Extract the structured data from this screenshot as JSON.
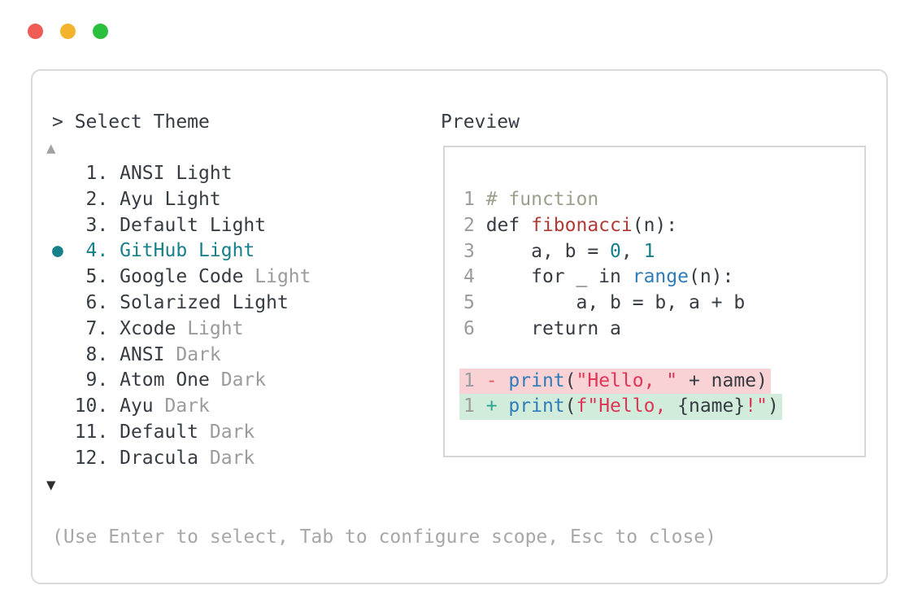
{
  "window_controls": {
    "close": "#ef5c55",
    "minimize": "#f3b32c",
    "zoom": "#2bbf3e"
  },
  "colors": {
    "dark": "#363c42",
    "gray": "#9b9b9b",
    "teal": "#17808a",
    "comment": "#9aa08c",
    "func": "#b13a35",
    "builtin": "#2e7db8",
    "number": "#17808a",
    "string": "#de3657",
    "minus": "#e25a68",
    "plus": "#2aa390",
    "removed_bg": "#f9d2d5",
    "added_bg": "#d2ecdb"
  },
  "prompt": "> Select Theme",
  "scroll_up": "▲",
  "scroll_down": "▼",
  "bullet": "●",
  "themes": [
    {
      "num": " 1",
      "selected": false,
      "parts": [
        [
          "ANSI Light",
          "dark"
        ]
      ]
    },
    {
      "num": " 2",
      "selected": false,
      "parts": [
        [
          "Ayu Light",
          "dark"
        ]
      ]
    },
    {
      "num": " 3",
      "selected": false,
      "parts": [
        [
          "Default Light",
          "dark"
        ]
      ]
    },
    {
      "num": " 4",
      "selected": true,
      "parts": [
        [
          "GitHub Light",
          "teal"
        ]
      ]
    },
    {
      "num": " 5",
      "selected": false,
      "parts": [
        [
          "Google Code ",
          "dark"
        ],
        [
          "Light",
          "gray"
        ]
      ]
    },
    {
      "num": " 6",
      "selected": false,
      "parts": [
        [
          "Solarized Light",
          "dark"
        ]
      ]
    },
    {
      "num": " 7",
      "selected": false,
      "parts": [
        [
          "Xcode ",
          "dark"
        ],
        [
          "Light",
          "gray"
        ]
      ]
    },
    {
      "num": " 8",
      "selected": false,
      "parts": [
        [
          "ANSI ",
          "dark"
        ],
        [
          "Dark",
          "gray"
        ]
      ]
    },
    {
      "num": " 9",
      "selected": false,
      "parts": [
        [
          "Atom One ",
          "dark"
        ],
        [
          "Dark",
          "gray"
        ]
      ]
    },
    {
      "num": "10",
      "selected": false,
      "parts": [
        [
          "Ayu ",
          "dark"
        ],
        [
          "Dark",
          "gray"
        ]
      ]
    },
    {
      "num": "11",
      "selected": false,
      "parts": [
        [
          "Default ",
          "dark"
        ],
        [
          "Dark",
          "gray"
        ]
      ]
    },
    {
      "num": "12",
      "selected": false,
      "parts": [
        [
          "Dracula ",
          "dark"
        ],
        [
          "Dark",
          "gray"
        ]
      ]
    }
  ],
  "preview": {
    "title": "Preview",
    "lines": [
      {
        "num": "1",
        "bg": "none",
        "tokens": [
          [
            "# function",
            "comment"
          ]
        ]
      },
      {
        "num": "2",
        "bg": "none",
        "tokens": [
          [
            "def ",
            "dark"
          ],
          [
            "fibonacci",
            "func"
          ],
          [
            "(n):",
            "dark"
          ]
        ]
      },
      {
        "num": "3",
        "bg": "none",
        "tokens": [
          [
            "    a, b = ",
            "dark"
          ],
          [
            "0",
            "number"
          ],
          [
            ", ",
            "dark"
          ],
          [
            "1",
            "number"
          ]
        ]
      },
      {
        "num": "4",
        "bg": "none",
        "tokens": [
          [
            "    for _ in ",
            "dark"
          ],
          [
            "range",
            "builtin"
          ],
          [
            "(n):",
            "dark"
          ]
        ]
      },
      {
        "num": "5",
        "bg": "none",
        "tokens": [
          [
            "        a, b = b, a + b",
            "dark"
          ]
        ]
      },
      {
        "num": "6",
        "bg": "none",
        "tokens": [
          [
            "    return a",
            "dark"
          ]
        ]
      },
      {
        "blank": true
      },
      {
        "num": "1",
        "bg": "removed",
        "tokens": [
          [
            "- ",
            "minus"
          ],
          [
            "print",
            "builtin"
          ],
          [
            "(",
            "dark"
          ],
          [
            "\"Hello, \"",
            "string"
          ],
          [
            " + name)",
            "dark"
          ]
        ]
      },
      {
        "num": "1",
        "bg": "added",
        "tokens": [
          [
            "+ ",
            "plus"
          ],
          [
            "print",
            "builtin"
          ],
          [
            "(",
            "dark"
          ],
          [
            "f\"Hello, ",
            "string"
          ],
          [
            "{name}",
            "dark"
          ],
          [
            "!\"",
            "string"
          ],
          [
            ")",
            "dark"
          ]
        ]
      }
    ]
  },
  "help_text": "(Use Enter to select, Tab to configure scope, Esc to close)"
}
